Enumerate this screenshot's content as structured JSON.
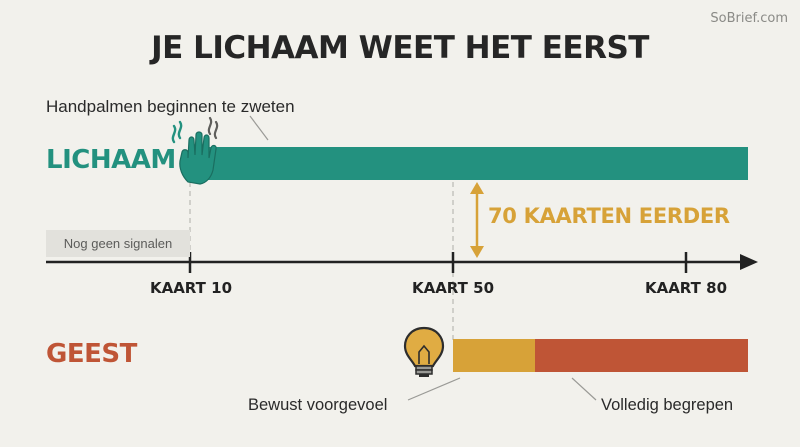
{
  "brand": "SoBrief.com",
  "title": "JE LICHAAM WEET HET EERST",
  "body_track": {
    "label": "LICHAAM",
    "caption": "Handpalmen beginnen te zweten",
    "no_signal": "Nog geen signalen",
    "color": "#23917f",
    "icon": "sweating-hand-icon"
  },
  "timeline": {
    "ticks": [
      "KAART 10",
      "KAART 50",
      "KAART 80"
    ]
  },
  "difference_label": "70 KAARTEN EERDER",
  "mind_track": {
    "label": "GEEST",
    "icon": "lightbulb-icon",
    "segments": [
      {
        "caption": "Bewust voorgevoel",
        "color": "#d7a238"
      },
      {
        "caption": "Volledig begrepen",
        "color": "#bf5536"
      }
    ]
  }
}
